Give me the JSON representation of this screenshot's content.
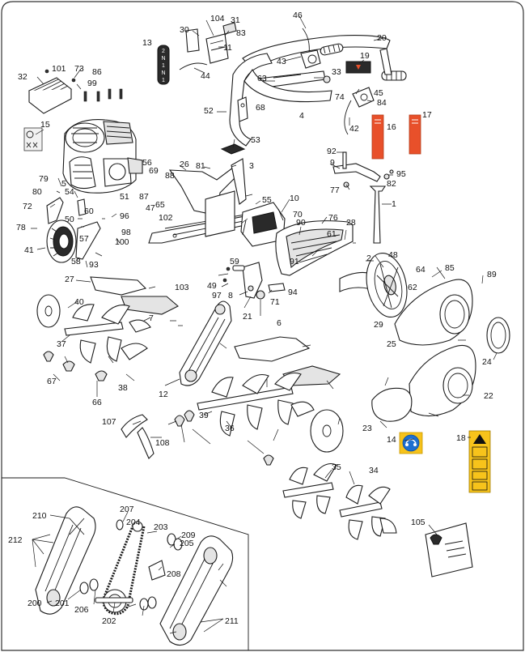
{
  "part_numbers": [
    "1",
    "2",
    "3",
    "4",
    "5",
    "6",
    "7",
    "8",
    "9",
    "10",
    "11",
    "12",
    "13",
    "14",
    "15",
    "16",
    "17",
    "18",
    "19",
    "20",
    "21",
    "22",
    "23",
    "24",
    "25",
    "26",
    "27",
    "28",
    "29",
    "30",
    "31",
    "32",
    "33",
    "34",
    "35",
    "36",
    "37",
    "38",
    "39",
    "40",
    "41",
    "42",
    "43",
    "44",
    "45",
    "46",
    "47",
    "48",
    "49",
    "50",
    "51",
    "52",
    "53",
    "54",
    "55",
    "56",
    "57",
    "58",
    "59",
    "60",
    "61",
    "62",
    "63",
    "64",
    "65",
    "66",
    "67",
    "68",
    "69",
    "70",
    "71",
    "72",
    "73",
    "74",
    "76",
    "77",
    "78",
    "79",
    "80",
    "81",
    "82",
    "83",
    "84",
    "85",
    "86",
    "87",
    "88",
    "89",
    "90",
    "91",
    "92",
    "93",
    "94",
    "95",
    "96",
    "97",
    "98",
    "99",
    "100",
    "101",
    "102",
    "103",
    "104",
    "105",
    "107",
    "108",
    "200",
    "201",
    "202",
    "203",
    "204",
    "205",
    "206",
    "207",
    "208",
    "209",
    "210",
    "211",
    "212"
  ],
  "shifter_labels": [
    "2",
    "N",
    "1",
    "N",
    "1"
  ],
  "icons": {
    "engine_sticker": "engine-manual-sticker-icon",
    "warning_sticker": "warning-decal-icon",
    "ear_protection_sticker": "ear-protection-decal-icon",
    "red_decals": "red-reflector-decal-icon"
  },
  "colors": {
    "decal_red": "#e8502a",
    "decal_yellow": "#f7c31b",
    "decal_blue": "#1d6fd0",
    "line": "#1a1a1a"
  }
}
